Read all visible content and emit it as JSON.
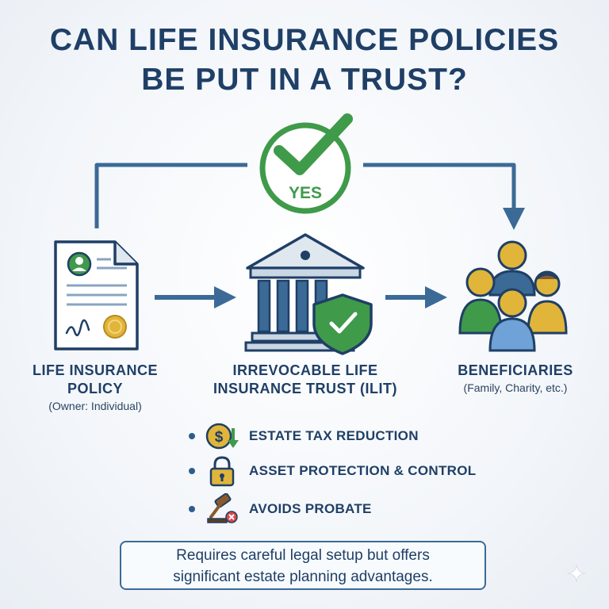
{
  "title": {
    "line1": "CAN LIFE INSURANCE POLICIES",
    "line2": "BE PUT IN A TRUST?"
  },
  "yes_badge": {
    "label": "YES",
    "icon": "checkmark-icon",
    "color": "#3f9a4a"
  },
  "nodes": {
    "policy": {
      "title_line1": "LIFE INSURANCE",
      "title_line2": "POLICY",
      "subtitle": "(Owner: Individual)",
      "icon": "policy-document-icon"
    },
    "trust": {
      "title_line1": "IRREVOCABLE LIFE",
      "title_line2": "INSURANCE TRUST (ILIT)",
      "icon": "bank-building-shield-icon"
    },
    "beneficiaries": {
      "title_line1": "BENEFICIARIES",
      "subtitle": "(Family, Charity, etc.)",
      "icon": "people-group-icon"
    }
  },
  "benefits": [
    {
      "label": "ESTATE TAX REDUCTION",
      "icon": "dollar-coin-arrow-icon"
    },
    {
      "label": "ASSET PROTECTION & CONTROL",
      "icon": "padlock-icon"
    },
    {
      "label": "AVOIDS PROBATE",
      "icon": "gavel-icon"
    }
  ],
  "note": {
    "line1": "Requires careful legal setup but offers",
    "line2": "significant estate planning advantages."
  },
  "colors": {
    "primary": "#1f3f66",
    "arrow": "#3b6a96",
    "green": "#3f9a4a",
    "gold": "#e0b53a"
  }
}
